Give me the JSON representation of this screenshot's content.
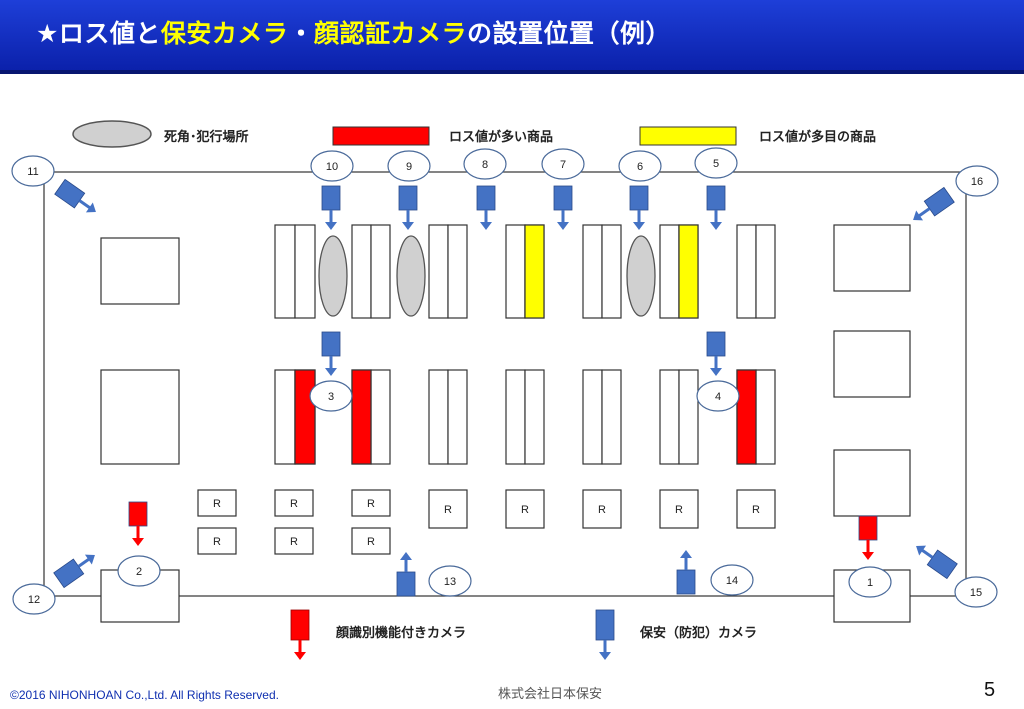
{
  "header": {
    "title_star": "★ロス値と",
    "title_hl1": "保安カメラ",
    "title_mid": "・",
    "title_hl2": "顔認証カメラ",
    "title_end": "の設置位置（例）"
  },
  "legend": {
    "blind_spot": "死角･犯行場所",
    "high_loss": "ロス値が多い商品",
    "mid_loss": "ロス値が多目の商品",
    "face_camera": "顔識別機能付きカメラ",
    "security_camera": "保安（防犯）カメラ"
  },
  "diagram": {
    "camera_numbers": [
      "1",
      "2",
      "3",
      "4",
      "5",
      "6",
      "7",
      "8",
      "9",
      "10",
      "11",
      "12",
      "13",
      "14",
      "15",
      "16"
    ],
    "register_label": "R",
    "colors": {
      "security": "#4472c4",
      "face": "#ff0000",
      "high_loss": "#ff0000",
      "mid_loss": "#ffff00",
      "blind_spot": "#d0d0d0"
    }
  },
  "footer": {
    "copyright": "©2016 NIHONHOAN Co.,Ltd. All Rights Reserved.",
    "company": "株式会社日本保安",
    "page": "5"
  }
}
